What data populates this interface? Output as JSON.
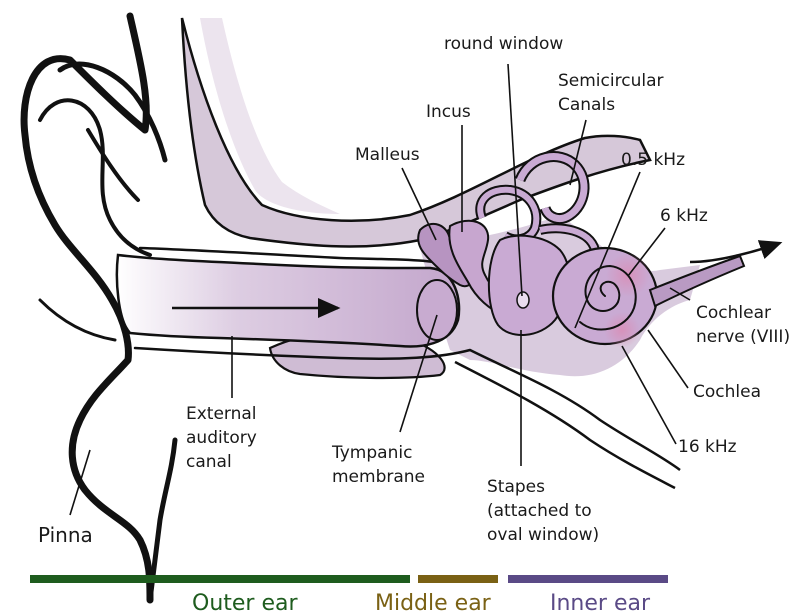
{
  "labels": {
    "round_window": "round window",
    "semicircular_1": "Semicircular",
    "semicircular_2": "Canals",
    "incus": "Incus",
    "malleus": "Malleus",
    "khz_05": "0.5 kHz",
    "khz_6": "6 kHz",
    "cochlear_nerve_1": "Cochlear",
    "cochlear_nerve_2": "nerve (VIII)",
    "cochlea": "Cochlea",
    "khz_16": "16 kHz",
    "external_1": "External",
    "external_2": "auditory",
    "external_3": "canal",
    "tympanic_1": "Tympanic",
    "tympanic_2": "membrane",
    "stapes_1": "Stapes",
    "stapes_2": "(attached to",
    "stapes_3": "oval window)",
    "pinna": "Pinna"
  },
  "regions": {
    "outer": {
      "label": "Outer ear",
      "color": "#1e5c1e"
    },
    "middle": {
      "label": "Middle ear",
      "color": "#7a6114"
    },
    "inner": {
      "label": "Inner ear",
      "color": "#5a4a86"
    }
  },
  "colors": {
    "tissue": "#d9ccdc",
    "tissue_light": "#ece4ee",
    "inner_fill": "#c9aad3",
    "canal_fill": "#d6c2dc",
    "cochlea_hot": "#d99cc0"
  }
}
